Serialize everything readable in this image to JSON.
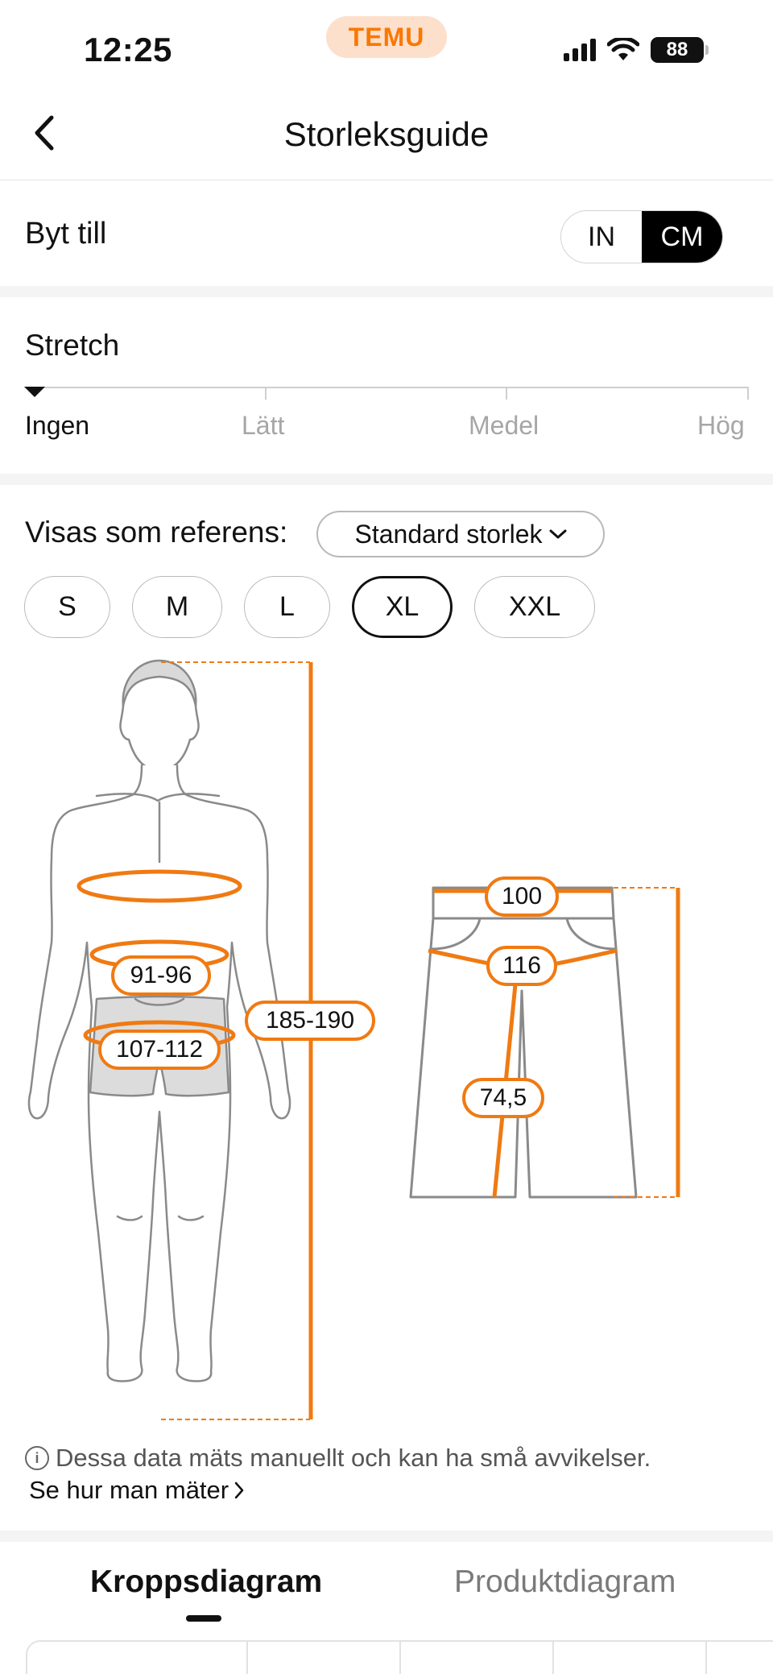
{
  "status_bar": {
    "time": "12:25",
    "brand": "TEMU",
    "battery": "88"
  },
  "header": {
    "title": "Storleksguide"
  },
  "units": {
    "label": "Byt till",
    "options": [
      "IN",
      "CM"
    ],
    "selected": "CM"
  },
  "stretch": {
    "title": "Stretch",
    "levels": [
      "Ingen",
      "Lätt",
      "Medel",
      "Hög"
    ],
    "selected": "Ingen"
  },
  "reference": {
    "label": "Visas som referens:",
    "selected_standard": "Standard storlek",
    "sizes": [
      "S",
      "M",
      "L",
      "XL",
      "XXL"
    ],
    "selected_size": "XL"
  },
  "body_measurements": {
    "waist": "91-96",
    "hip": "107-112",
    "height": "185-190"
  },
  "product_measurements": {
    "waist": "100",
    "hip": "116",
    "length": "74,5"
  },
  "note": {
    "text": "Dessa data mäts manuellt och kan ha små avvikelser.",
    "link": "Se hur man mäter"
  },
  "tabs": {
    "items": [
      "Kroppsdiagram",
      "Produktdiagram"
    ],
    "active": "Kroppsdiagram"
  },
  "colors": {
    "accent": "#f07a12",
    "brand": "#fb7701",
    "outline": "#888888"
  }
}
